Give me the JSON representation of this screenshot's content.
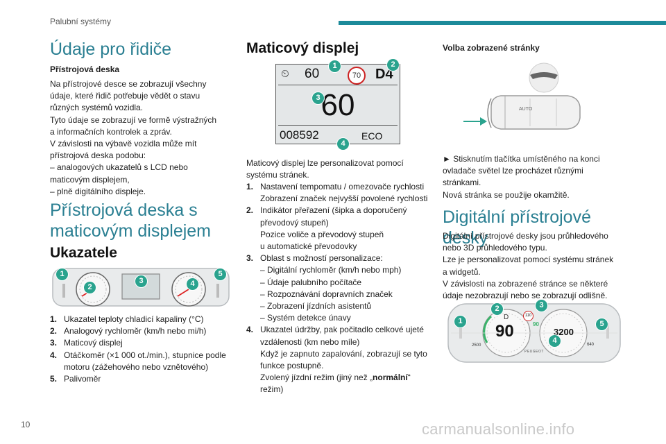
{
  "header": {
    "section": "Palubní systémy"
  },
  "footer": {
    "page_number": "10",
    "watermark": "carmanualsonline.info"
  },
  "col1": {
    "title": "Údaje pro řidiče",
    "sub1": "Přístrojová deska",
    "para1": [
      "Na přístrojové desce se zobrazují všechny",
      "údaje, které řidič potřebuje vědět o stavu",
      "různých systémů vozidla.",
      "Tyto údaje se zobrazují ve formě výstražných",
      "a informačních kontrolek a zpráv.",
      "V závislosti na výbavě vozidla může mít",
      "přístrojová deska podobu:",
      "– analogových ukazatelů s LCD nebo",
      "maticovým displejem,",
      "– plně digitálního displeje."
    ],
    "title2_line1": "Přístrojová deska s",
    "title2_line2": "maticovým displejem",
    "title3": "Ukazatele",
    "cluster_badges": [
      "1",
      "2",
      "3",
      "4",
      "5"
    ],
    "list": [
      {
        "n": "1.",
        "t": "Ukazatel teploty chladicí kapaliny (°C)"
      },
      {
        "n": "2.",
        "t": "Analogový rychloměr (km/h nebo mi/h)"
      },
      {
        "n": "3.",
        "t": "Maticový displej"
      },
      {
        "n": "4.",
        "t": "Otáčkoměr (×1 000 ot./min.), stupnice podle motoru (zážehového nebo vznětového)"
      },
      {
        "n": "5.",
        "t": "Palivoměr"
      }
    ]
  },
  "col2": {
    "title": "Maticový displej",
    "display": {
      "cruise": "60",
      "limit": "70",
      "gear": "D4",
      "speed": "60",
      "odometer": "008592",
      "mode": "ECO"
    },
    "badges": [
      "1",
      "2",
      "3",
      "4"
    ],
    "intro": [
      "Maticový displej lze personalizovat pomocí",
      "systému stránek."
    ],
    "list": [
      {
        "n": "1.",
        "lines": [
          "Nastavení tempomatu / omezovače rychlosti",
          "Zobrazení značek nejvyšší povolené rychlosti"
        ]
      },
      {
        "n": "2.",
        "lines": [
          "Indikátor přeřazení (šipka a doporučený",
          "převodový stupeň)",
          "Pozice voliče a převodový stupeň",
          "u automatické převodovky"
        ]
      },
      {
        "n": "3.",
        "lines": [
          "Oblast s možností personalizace:",
          "– Digitální rychloměr (km/h nebo mph)",
          "– Údaje palubního počítače",
          "– Rozpoznávání dopravních značek",
          "– Zobrazení jízdních asistentů",
          "– Systém detekce únavy"
        ]
      },
      {
        "n": "4.",
        "lines": [
          "Ukazatel údržby, pak počitadlo celkové ujeté",
          "vzdálenosti (km nebo míle)",
          "Když je zapnuto zapalování, zobrazují se tyto",
          "funkce postupně."
        ]
      }
    ],
    "item4_mode_prefix": "Zvolený jízdní režim (jiný než „",
    "item4_mode_bold": "normální",
    "item4_mode_suffix": "“",
    "item4_mode_last": "režim)"
  },
  "col3": {
    "sub1": "Volba zobrazené stránky",
    "stalk_label": "AUTO",
    "para1": [
      "► Stisknutím tlačítka umístěného na konci",
      "ovladače světel lze procházet různými",
      "stránkami.",
      "Nová stránka se použije okamžitě."
    ],
    "title": "Digitální přístrojové desky",
    "para2": [
      "Digitální přístrojové desky jsou průhledového",
      "nebo 3D průhledového typu.",
      "Lze je personalizovat pomocí systému stránek",
      "a widgetů.",
      "V závislosti na zobrazené stránce se některé",
      "údaje nezobrazují nebo se zobrazují odlišně."
    ],
    "digital": {
      "speed": "90",
      "gear": "D",
      "limit": "110",
      "acc": "90",
      "rpm": "3200",
      "trip": "2500",
      "range": "640",
      "brand": "PEUGEOT"
    },
    "badges": [
      "1",
      "2",
      "3",
      "4",
      "5"
    ]
  }
}
